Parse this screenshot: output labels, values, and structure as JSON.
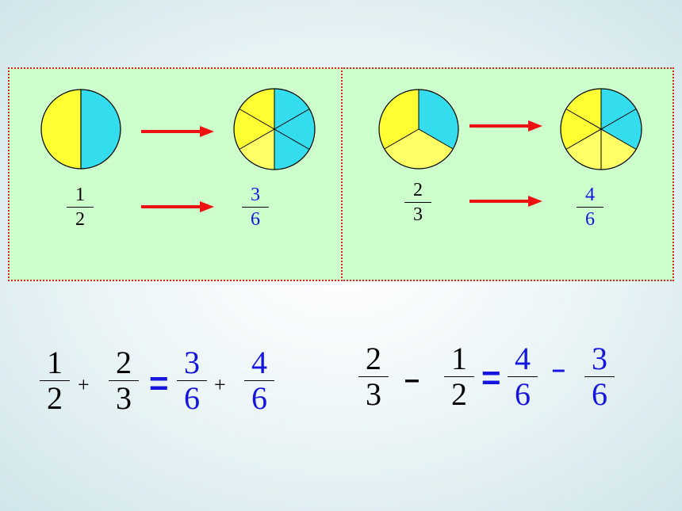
{
  "colors": {
    "yellow": "#ffff33",
    "light_yellow": "#ffff66",
    "cyan": "#33ddee",
    "arrow": "#ee1111",
    "panel": "#ccffcc",
    "blue_text": "#1515e0"
  },
  "panel_left": {
    "circle_from": {
      "parts": 2,
      "shaded": 1,
      "icon": "pie-halves"
    },
    "circle_to": {
      "parts": 6,
      "shaded": 3,
      "icon": "pie-sixths"
    },
    "frac_from": {
      "num": "1",
      "den": "2"
    },
    "frac_to": {
      "num": "3",
      "den": "6"
    }
  },
  "panel_right": {
    "circle_from": {
      "parts": 3,
      "shaded": 1,
      "icon": "pie-thirds"
    },
    "circle_to": {
      "parts": 6,
      "shaded": 2,
      "icon": "pie-sixths"
    },
    "frac_from": {
      "num": "2",
      "den": "3"
    },
    "frac_to": {
      "num": "4",
      "den": "6"
    }
  },
  "eq_left": {
    "a": {
      "num": "1",
      "den": "2"
    },
    "op1": "+",
    "b": {
      "num": "2",
      "den": "3"
    },
    "eq": "=",
    "c": {
      "num": "3",
      "den": "6"
    },
    "op2": "+",
    "d": {
      "num": "4",
      "den": "6"
    }
  },
  "eq_right": {
    "a": {
      "num": "2",
      "den": "3"
    },
    "op1": "–",
    "b": {
      "num": "1",
      "den": "2"
    },
    "eq": "=",
    "c": {
      "num": "4",
      "den": "6"
    },
    "op2": "–",
    "d": {
      "num": "3",
      "den": "6"
    }
  }
}
